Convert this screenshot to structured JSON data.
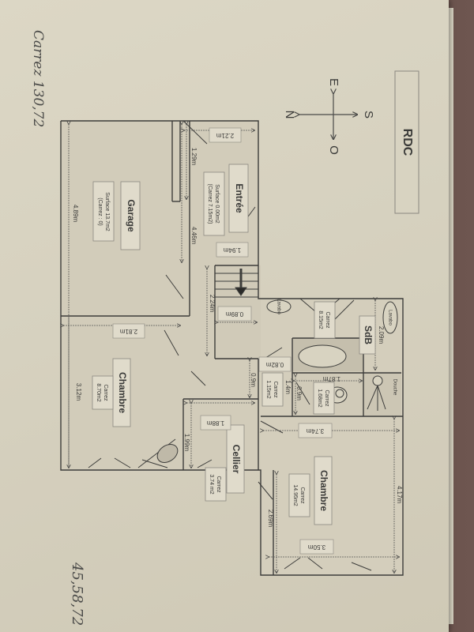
{
  "title": "RDC",
  "compass": {
    "up": "E",
    "right": "S",
    "down": "O",
    "left": "N"
  },
  "handwriting": {
    "top_left": "Carrez 130,72",
    "bottom_left": "45,58,72"
  },
  "rooms": [
    {
      "name": "Entrée",
      "info": [
        "Surface 0.00m2",
        "(Carrez 7.15m2)"
      ]
    },
    {
      "name": "Garage",
      "info": [
        "Surface 13.7m2",
        "(Carrez : 0)"
      ]
    },
    {
      "name": "Chambre",
      "info": [
        "Carrez",
        "8.70m2"
      ]
    },
    {
      "name": "Cellier",
      "info": [
        "Carrez",
        "3.74 m2"
      ]
    },
    {
      "name": "SdB",
      "info": []
    },
    {
      "name": "Chambre",
      "info": [
        "Carrez",
        "14.95m2"
      ]
    }
  ],
  "areas": {
    "sdb_carrez": [
      "Carrez",
      "8.15m2"
    ],
    "wc_carrez": [
      "Carrez",
      "1.68m2"
    ],
    "hall_carrez": [
      "Carrez",
      "1.15m2"
    ]
  },
  "fixtures": {
    "lavabo1": "Lavabo",
    "lavabo2": "Lavabo",
    "douche": "Douche"
  },
  "dimensions": {
    "d_221": "2.21m",
    "d_129": "1.29m",
    "d_446": "4.46m",
    "d_194": "1.94m",
    "d_489": "4.89m",
    "d_281": "2.81m",
    "d_312": "3.12m",
    "d_224": "2.24m",
    "d_089": "0.89m",
    "d_082": "0.82m",
    "d_09a": "0.9m",
    "d_09b": "0.9m",
    "d_14": "1.4m",
    "d_187": "1.87m",
    "d_209": "2.09m",
    "d_374": "3.74m",
    "d_188": "1.88m",
    "d_199": "1.99m",
    "d_417": "4.17m",
    "d_269": "2.69m",
    "d_350": "3.50m"
  },
  "colors": {
    "paper": "#d8d3c1",
    "line": "#4a4a48",
    "wall": "#3d3d3b",
    "label_bg": "#e2ddcd",
    "table": "#5b443e"
  }
}
